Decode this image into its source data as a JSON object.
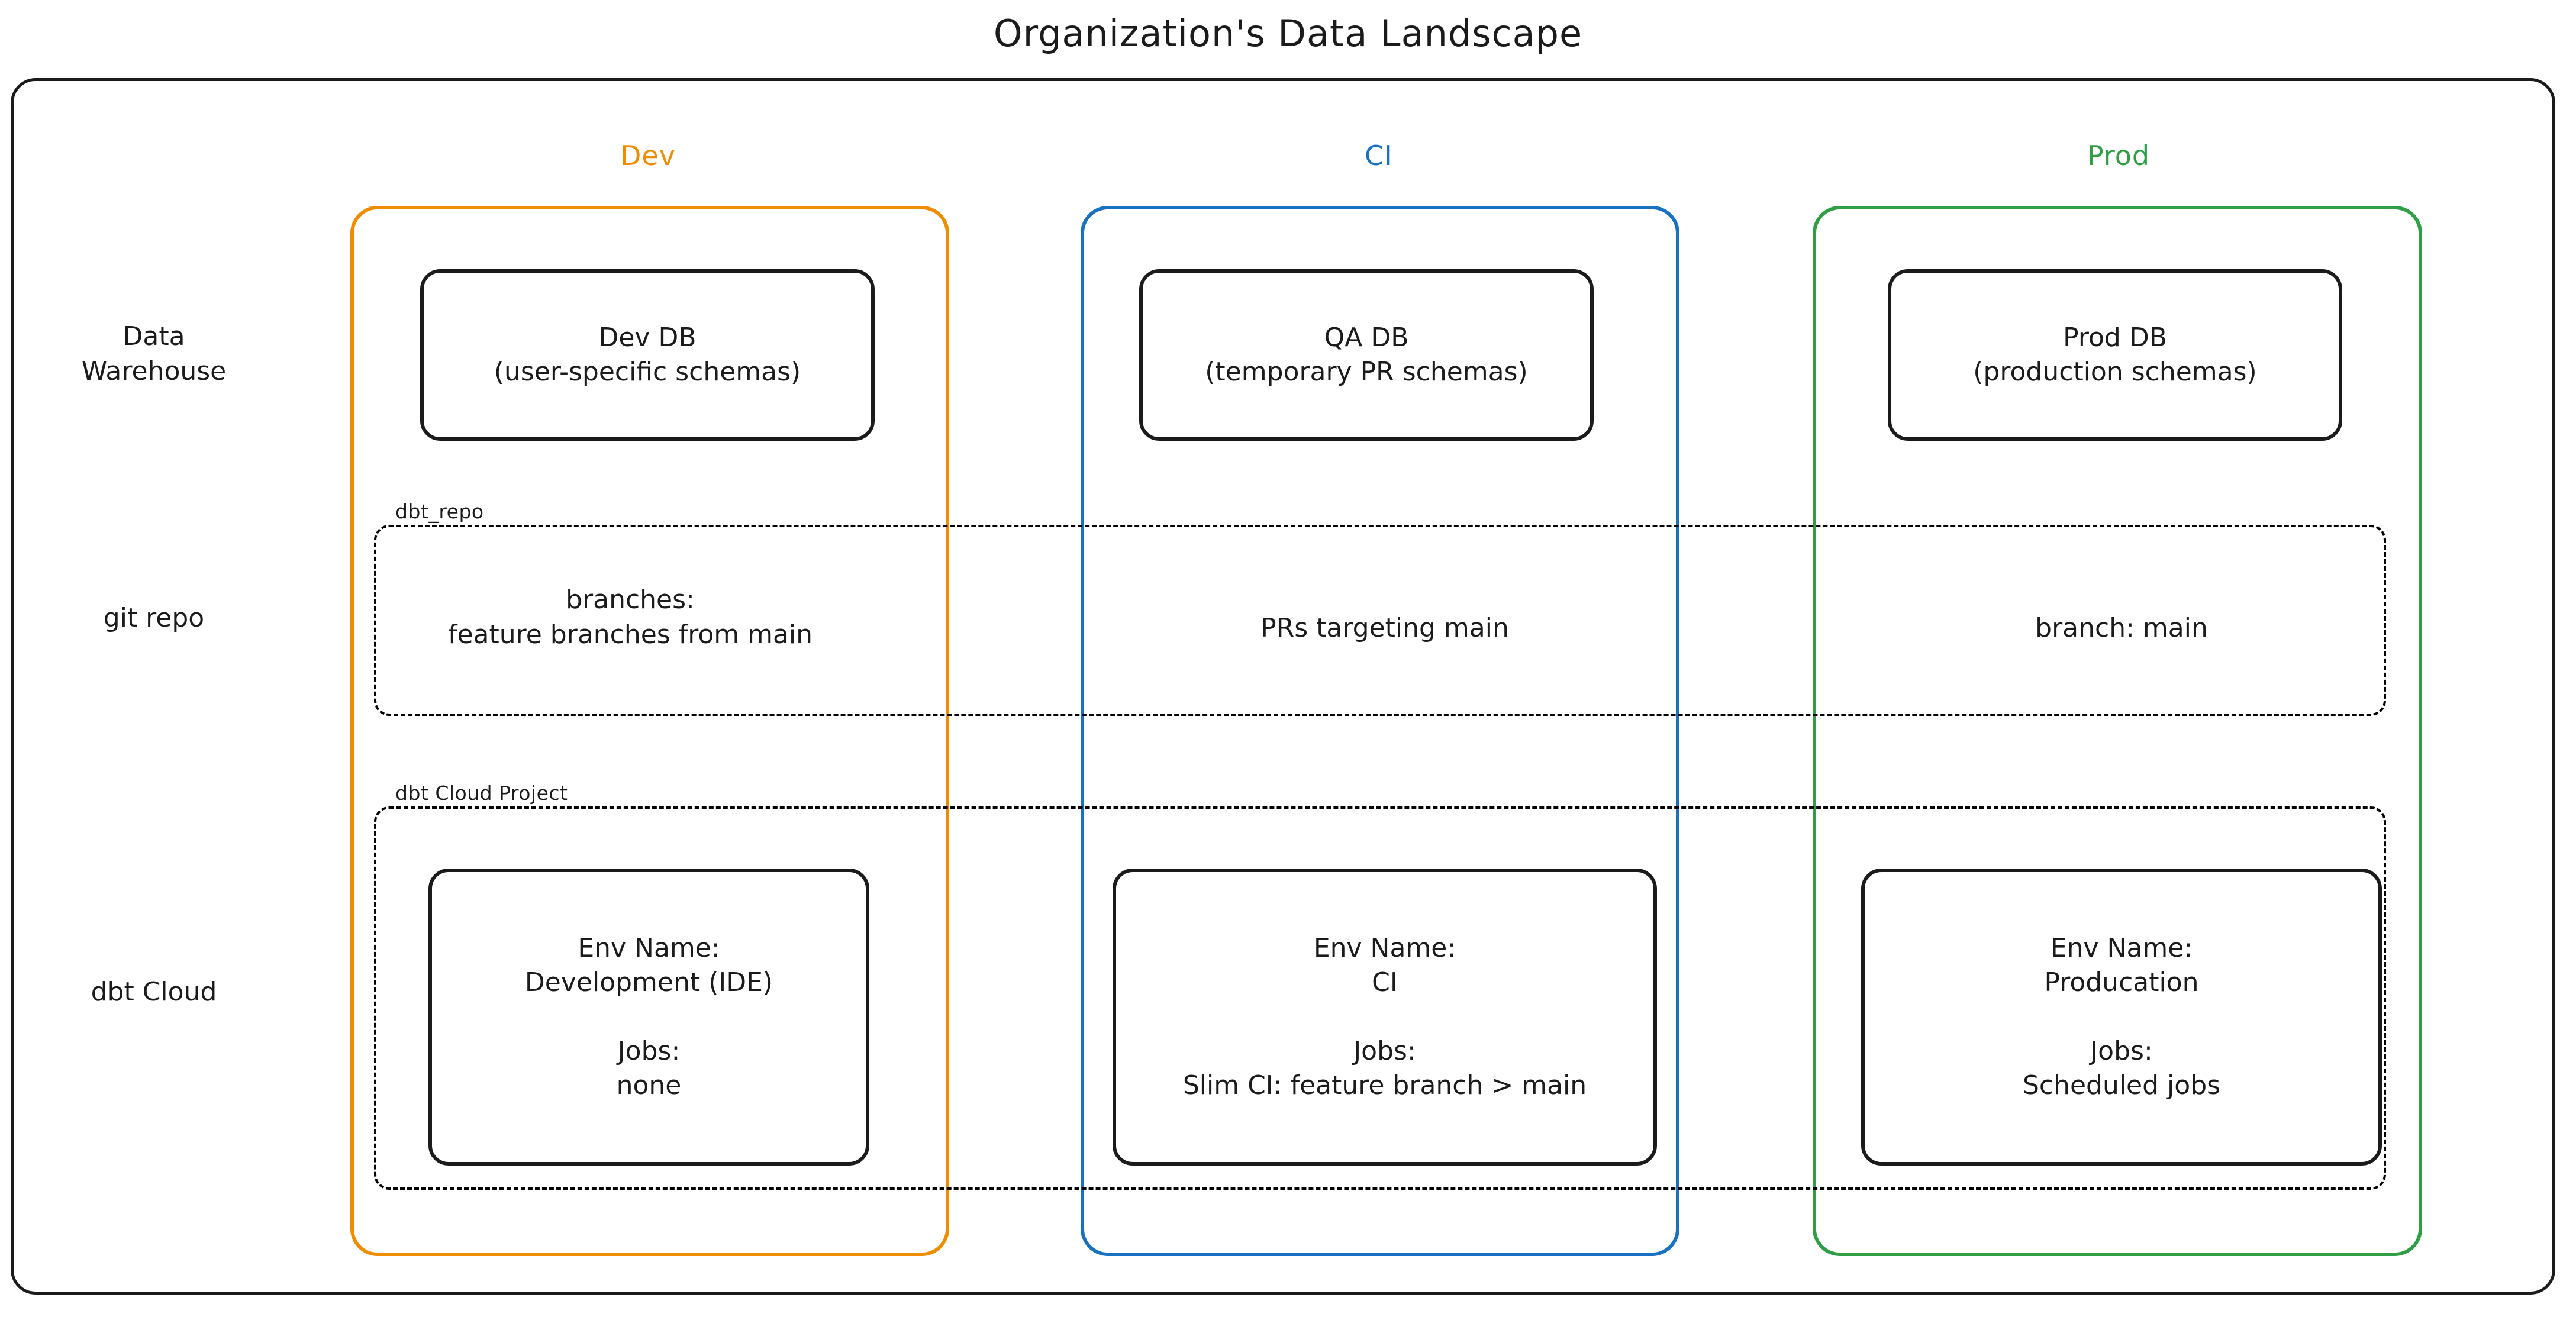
{
  "title": "Organization's Data Landscape",
  "colors": {
    "dev": "#f08c00",
    "ci": "#1971c2",
    "prod": "#2f9e44",
    "stroke": "#1b1b1b",
    "background": "#ffffff"
  },
  "columns": [
    {
      "id": "dev",
      "label": "Dev",
      "color": "#f08c00"
    },
    {
      "id": "ci",
      "label": "CI",
      "color": "#1971c2"
    },
    {
      "id": "prod",
      "label": "Prod",
      "color": "#2f9e44"
    }
  ],
  "rows": [
    {
      "id": "warehouse",
      "label": "Data\nWarehouse"
    },
    {
      "id": "git",
      "label": "git repo"
    },
    {
      "id": "dbt_cloud",
      "label": "dbt Cloud"
    }
  ],
  "groups": [
    {
      "id": "dbt_repo",
      "label": "dbt_repo",
      "style": "dashed"
    },
    {
      "id": "dbt_cloud",
      "label": "dbt Cloud Project",
      "style": "dashed"
    }
  ],
  "nodes": {
    "warehouse": {
      "dev": "Dev DB\n(user-specific schemas)",
      "ci": "QA DB\n(temporary PR schemas)",
      "prod": "Prod DB\n(production schemas)"
    },
    "git": {
      "dev": "branches:\nfeature branches from main",
      "ci": "PRs targeting main",
      "prod": "branch: main"
    },
    "dbt_cloud": {
      "dev": "Env Name:\nDevelopment (IDE)\n\nJobs:\nnone",
      "ci": "Env Name:\nCI\n\nJobs:\nSlim CI: feature branch > main",
      "prod": "Env Name:\nProducation\n\nJobs:\nScheduled jobs"
    }
  }
}
